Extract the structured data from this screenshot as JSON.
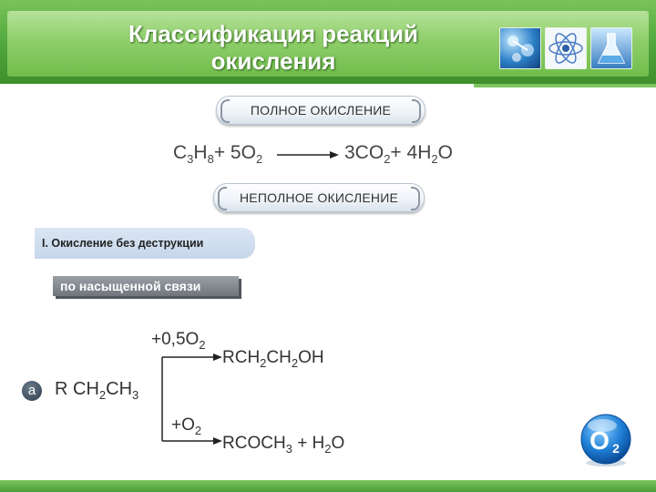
{
  "header": {
    "title_line1": "Классификация реакций",
    "title_line2": "окисления",
    "thumbnails": [
      "molecules-image",
      "atom-icon",
      "flask-image"
    ],
    "colors": {
      "header_green": "#4fa63a",
      "header_light": "#92d06e"
    }
  },
  "full_oxidation": {
    "label": "ПОЛНОЕ ОКИСЛЕНИЕ",
    "eq_c": "C",
    "eq_c_sub": "3",
    "eq_h": "H",
    "eq_h_sub": "8",
    "eq_plus1": "+ 5O",
    "eq_o2_sub": "2",
    "eq_prod1": "3CO",
    "eq_prod1_sub": "2",
    "eq_plus2": "+ 4H",
    "eq_h2_sub": "2",
    "eq_o": "O"
  },
  "partial_oxidation": {
    "label": "НЕПОЛНОЕ ОКИСЛЕНИЕ"
  },
  "section": {
    "heading": "I. Окисление без деструкции",
    "tag": "по насыщенной связи"
  },
  "reaction_a": {
    "badge": "а",
    "reactant_r": "R",
    "reactant_ch": "CH",
    "reactant_sub1": "2",
    "reactant_ch3": "CH",
    "reactant_sub2": "3",
    "top_reagent": "+0,5O",
    "top_reagent_sub": "2",
    "top_product_a": "RCH",
    "top_product_sub1": "2",
    "top_product_b": "CH",
    "top_product_sub2": "2",
    "top_product_c": "OH",
    "bottom_reagent": "+O",
    "bottom_reagent_sub": "2",
    "bottom_product_a": "RCOCH",
    "bottom_product_sub": "3",
    "bottom_plus": "+ H",
    "bottom_h_sub": "2",
    "bottom_o": "O"
  },
  "logo": {
    "text": "O",
    "sub": "2",
    "icon": "o2-logo-icon"
  }
}
